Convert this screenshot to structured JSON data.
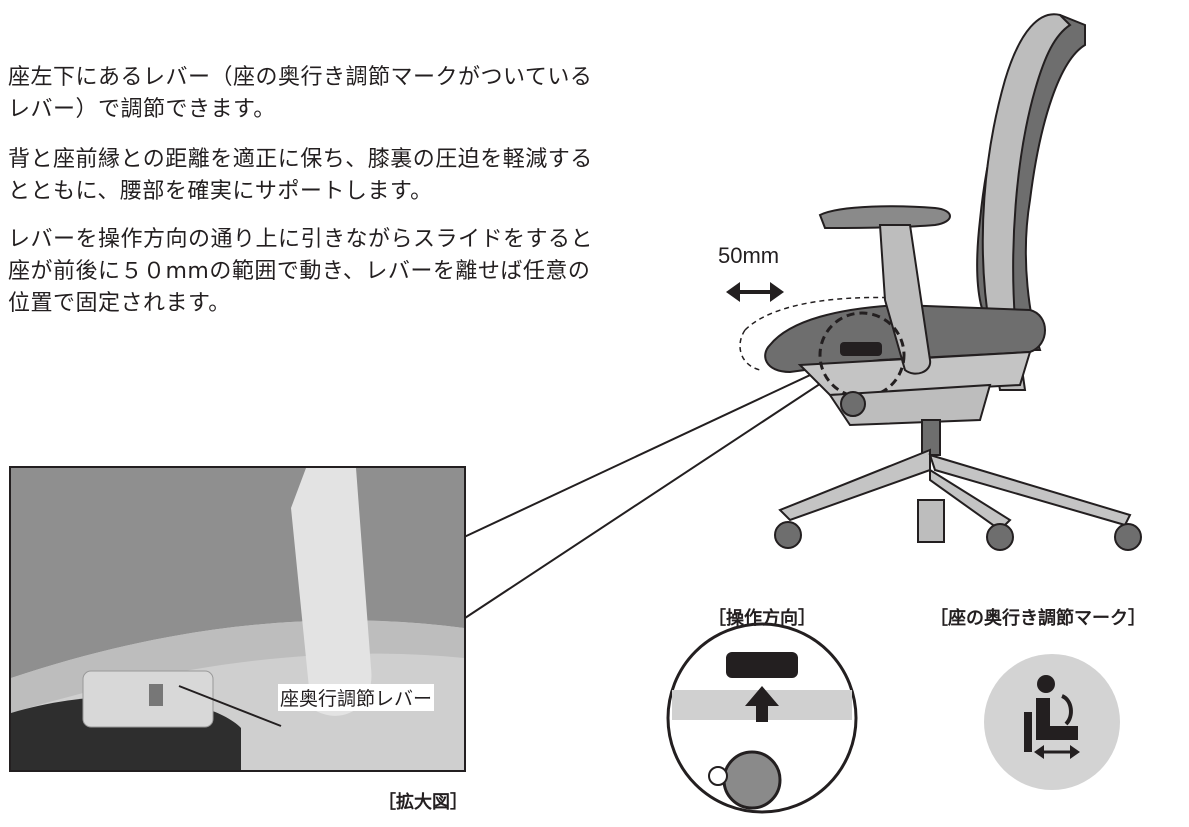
{
  "paragraphs": [
    "座左下にあるレバー（座の奥行き調節マークがついているレバー）で調節できます。",
    "背と座前縁との距離を適正に保ち、膝裏の圧迫を軽減するとともに、腰部を確実にサポートします。",
    "レバーを操作方向の通り上に引きながらスライドをすると座が前後に５０mmの範囲で動き、レバーを離せば任意の位置で固定されます。"
  ],
  "figure": {
    "travel_label": "50mm",
    "direction_label": "［操作方向］",
    "mark_label": "［座の奥行き調節マーク］",
    "zoom_label": "［拡大図］",
    "lever_callout": "座奥行調節レバー"
  },
  "colors": {
    "ink": "#231f20",
    "chair_gray": "#9a9a9a",
    "mesh_gray": "#6e6e6e",
    "mark_circle": "#d3d3d3"
  }
}
